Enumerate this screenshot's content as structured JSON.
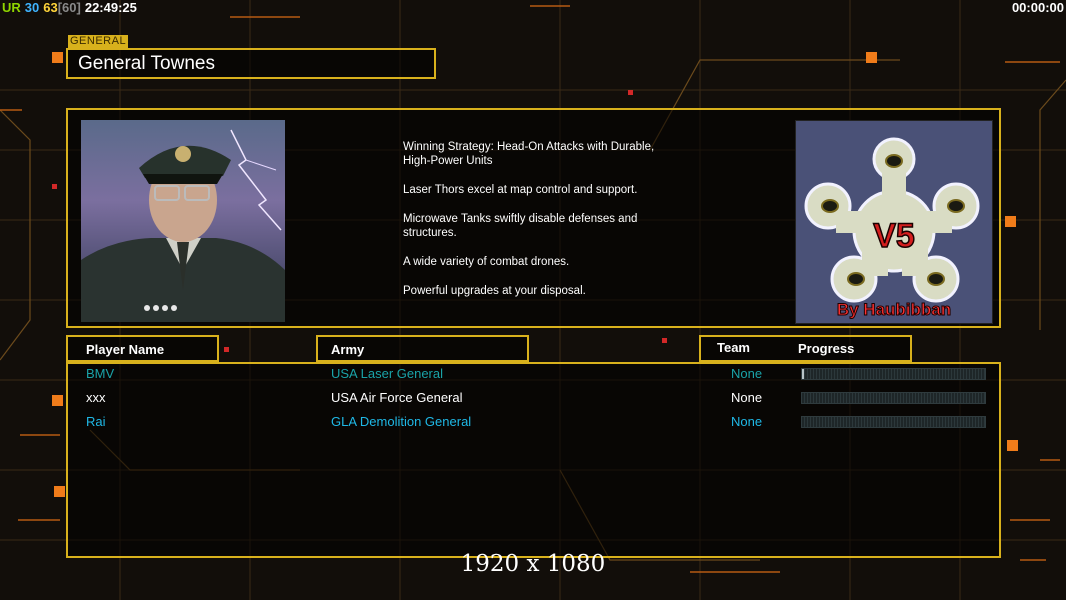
{
  "hud": {
    "tag": "UR",
    "fps": "30",
    "fps_avg": "63",
    "fps_cap": "[60]",
    "clock": "22:49:25",
    "game_timer": "00:00:00",
    "colors": {
      "tag": "#8fd400",
      "fps": "#3fb4ff",
      "fps_avg": "#ffd43a",
      "fps_cap": "#8a8a8a",
      "clock": "#ffffff"
    }
  },
  "general": {
    "section_label": "GENERAL",
    "name": "General Townes",
    "description": [
      "Winning Strategy: Head-On Attacks with Durable,\n High-Power Units",
      "Laser Thors excel at map control and support.",
      "Microwave Tanks swiftly disable defenses and\n structures.",
      "A wide variety of combat drones.",
      "Powerful upgrades at your disposal."
    ]
  },
  "map": {
    "logo_text": "V5",
    "credit": "By Haubibban"
  },
  "players": {
    "headers": {
      "name": "Player Name",
      "army": "Army",
      "team": "Team",
      "progress": "Progress"
    },
    "rows": [
      {
        "name": "BMV",
        "army": "USA Laser General",
        "team": "None",
        "progress": 0.01,
        "color": "#1aa3a8"
      },
      {
        "name": "xxx",
        "army": "USA Air Force General",
        "team": "None",
        "progress": 0,
        "color": "#ffffff"
      },
      {
        "name": "Rai",
        "army": "GLA Demolition General",
        "team": "None",
        "progress": 0,
        "color": "#1fb8e6"
      }
    ]
  },
  "resolution_label": "1920 x 1080",
  "accent_color": "#d8b11c"
}
